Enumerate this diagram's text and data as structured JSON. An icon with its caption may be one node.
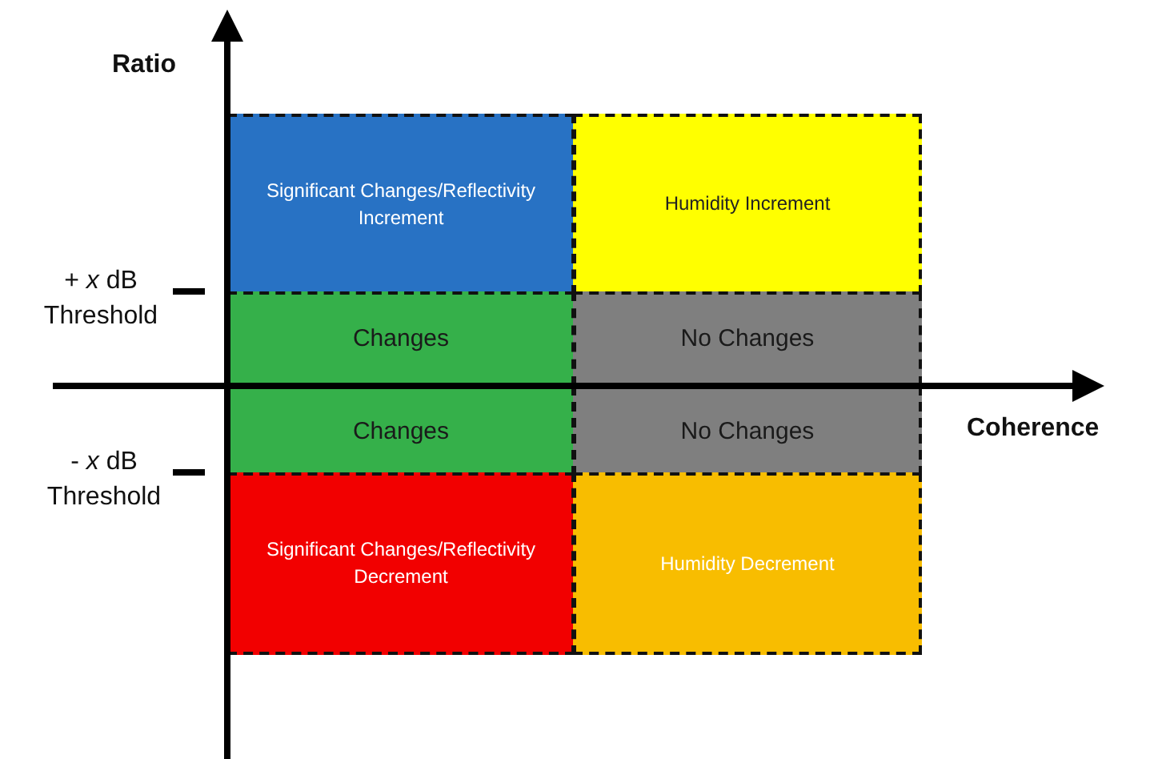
{
  "diagram": {
    "nodes": [
      {
        "text": [
          "Significant Changes/Reflectivity Increment"
        ]
      },
      {
        "text": [
          "Humidity Increment"
        ]
      },
      {
        "text": [
          "Changes"
        ]
      },
      {
        "text": [
          "No Changes"
        ]
      },
      {
        "text": [
          "Changes"
        ]
      },
      {
        "text": [
          "No Changes"
        ]
      },
      {
        "text": [
          "Significant Changes/Reflectivity Decrement"
        ]
      },
      {
        "text": [
          "Humidity Decrement"
        ]
      }
    ],
    "labels": [
      "Ratio",
      "+ *x* dB Threshold",
      "Coherence",
      "- *x* dB Threshold"
    ]
  }
}
